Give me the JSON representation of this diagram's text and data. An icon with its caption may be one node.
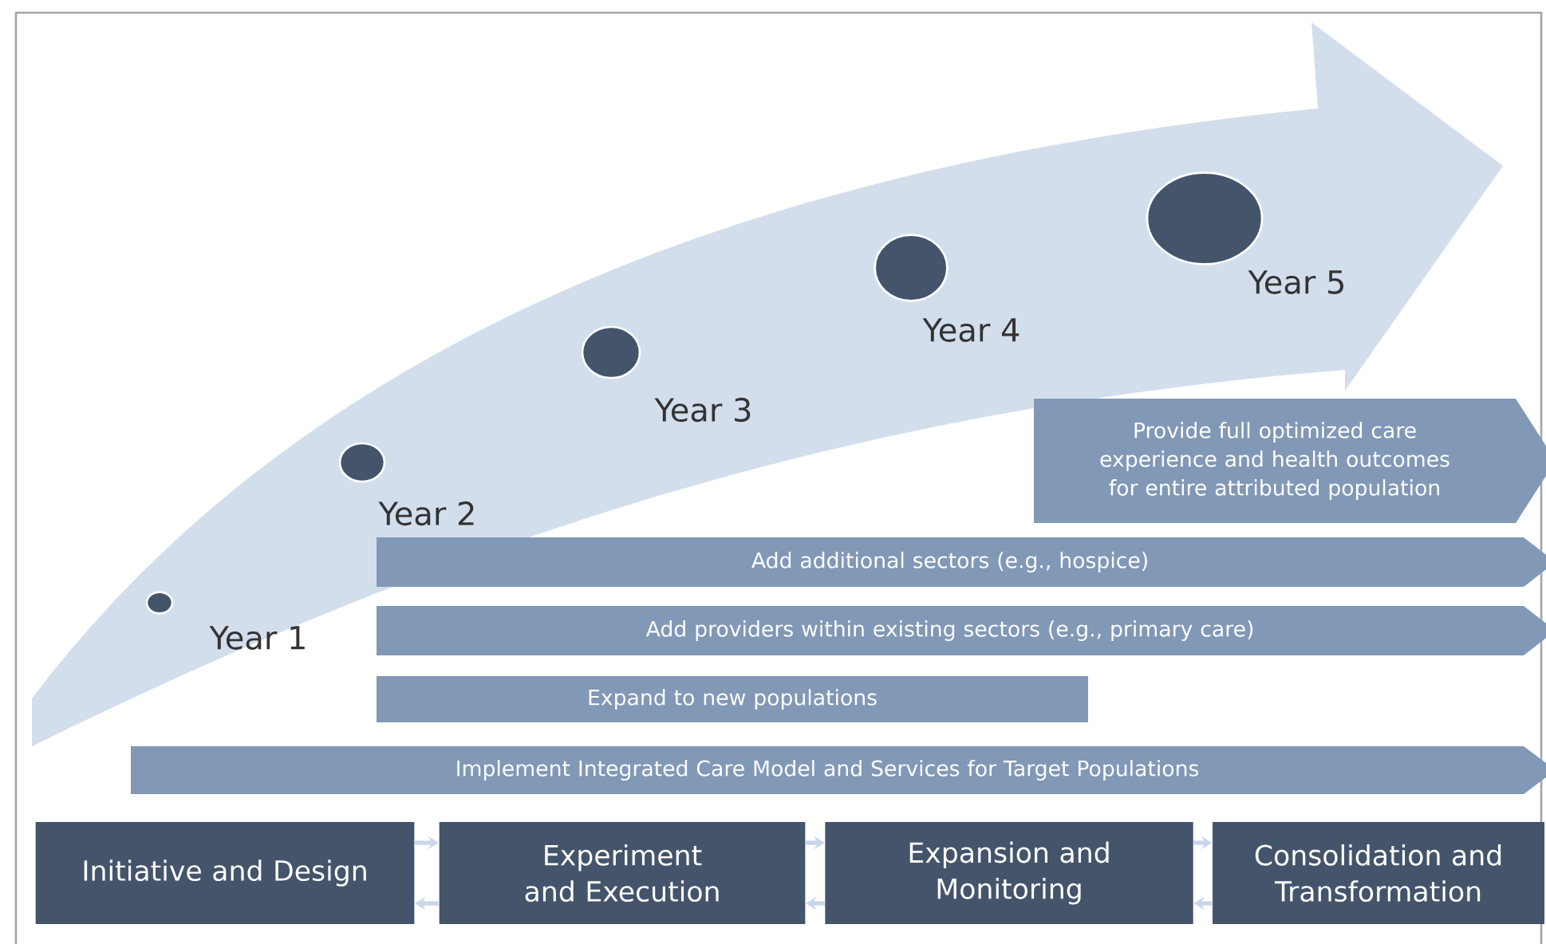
{
  "diagram": {
    "nodes": [
      {
        "text": [],
        "shape": "circle",
        "beside": [
          "Year 1"
        ]
      },
      {
        "text": [],
        "shape": "circle",
        "beside": [
          "Year 2"
        ]
      },
      {
        "text": [],
        "shape": "circle",
        "beside": [
          "Year 3"
        ]
      },
      {
        "text": [],
        "shape": "circle",
        "beside": [
          "Year 4"
        ]
      },
      {
        "text": [],
        "shape": "circle",
        "beside": [
          "Year 5"
        ]
      },
      {
        "text": [
          "Provide full optimized care experience and health outcomes for entire attributed population"
        ]
      },
      {
        "text": [
          "Add additional sectors (e.g., hospice)"
        ]
      },
      {
        "text": [
          "Add providers within existing sectors (e.g., primary care)"
        ]
      },
      {
        "text": [
          "Expand to new populations"
        ]
      },
      {
        "text": [
          "Implement Integrated Care Model and Services for Target Populations"
        ]
      },
      {
        "text": [
          "Initiative and Design"
        ]
      },
      {
        "text": [
          "Experiment and Execution"
        ]
      },
      {
        "text": [
          "Expansion and Monitoring"
        ]
      },
      {
        "text": [
          "Consolidation and Transformation"
        ]
      }
    ],
    "edges": [
      {
        "from": 10,
        "to": 11,
        "arrow": "to"
      },
      {
        "from": 11,
        "to": 10,
        "arrow": "to"
      },
      {
        "from": 11,
        "to": 12,
        "arrow": "to"
      },
      {
        "from": 12,
        "to": 11,
        "arrow": "to"
      },
      {
        "from": 12,
        "to": 13,
        "arrow": "to"
      },
      {
        "from": 13,
        "to": 12,
        "arrow": "to"
      }
    ]
  }
}
